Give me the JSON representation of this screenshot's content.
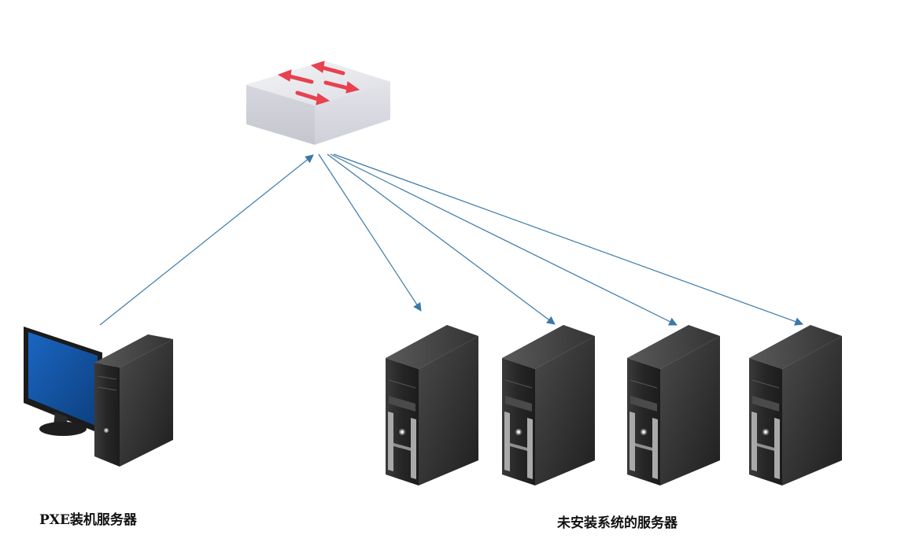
{
  "labels": {
    "pxe_server": "PXE装机服务器",
    "target_servers": "未安装系统的服务器"
  },
  "colors": {
    "connector": "#3a78a8",
    "switch_arrow": "#e8414f",
    "monitor_screen": "#1457a8",
    "tower_body": "#2b2b2b"
  },
  "nodes": {
    "switch": "network-switch",
    "pxe": "pxe-workstation",
    "targets": [
      "server-1",
      "server-2",
      "server-3",
      "server-4"
    ]
  }
}
